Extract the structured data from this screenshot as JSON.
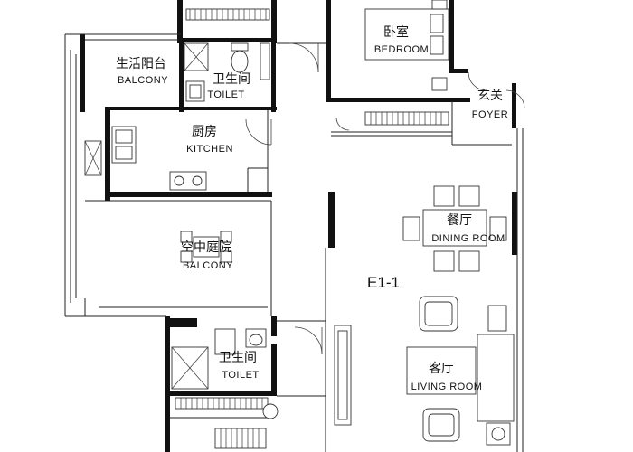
{
  "plan": {
    "unit_code": "E1-1",
    "rooms": {
      "living_balcony": {
        "zh": "生活阳台",
        "en": "BALCONY"
      },
      "toilet_upper": {
        "zh": "卫生间",
        "en": "TOILET"
      },
      "bedroom": {
        "zh": "卧室",
        "en": "BEDROOM"
      },
      "foyer": {
        "zh": "玄关",
        "en": "FOYER"
      },
      "kitchen": {
        "zh": "厨房",
        "en": "KITCHEN"
      },
      "courtyard_balcony": {
        "zh": "空中庭院",
        "en": "BALCONY"
      },
      "dining_room": {
        "zh": "餐厅",
        "en": "DINING ROOM"
      },
      "toilet_lower": {
        "zh": "卫生间",
        "en": "TOILET"
      },
      "living_room": {
        "zh": "客厅",
        "en": "LIVING ROOM"
      }
    }
  }
}
